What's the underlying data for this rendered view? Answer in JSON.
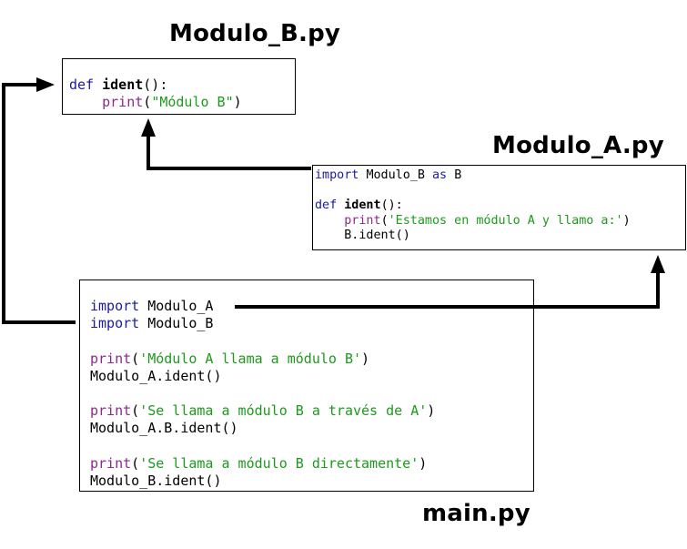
{
  "files": {
    "modulo_b": {
      "title": "Modulo_B.py",
      "lines": [
        [
          {
            "t": "def ",
            "c": "kw"
          },
          {
            "t": "ident",
            "c": "fn"
          },
          {
            "t": "():",
            "c": ""
          }
        ],
        [
          {
            "t": "    ",
            "c": ""
          },
          {
            "t": "print",
            "c": "bi"
          },
          {
            "t": "(",
            "c": ""
          },
          {
            "t": "\"Módulo B\"",
            "c": "str"
          },
          {
            "t": ")",
            "c": ""
          }
        ]
      ]
    },
    "modulo_a": {
      "title": "Modulo_A.py",
      "lines": [
        [
          {
            "t": "import ",
            "c": "kw"
          },
          {
            "t": "Modulo_B ",
            "c": ""
          },
          {
            "t": "as ",
            "c": "kw"
          },
          {
            "t": "B",
            "c": ""
          }
        ],
        [],
        [
          {
            "t": "def ",
            "c": "kw"
          },
          {
            "t": "ident",
            "c": "fn"
          },
          {
            "t": "():",
            "c": ""
          }
        ],
        [
          {
            "t": "    ",
            "c": ""
          },
          {
            "t": "print",
            "c": "bi"
          },
          {
            "t": "(",
            "c": ""
          },
          {
            "t": "'Estamos en módulo A y llamo a:'",
            "c": "str"
          },
          {
            "t": ")",
            "c": ""
          }
        ],
        [
          {
            "t": "    B.ident()",
            "c": ""
          }
        ]
      ]
    },
    "main": {
      "title": "main.py",
      "lines": [
        [
          {
            "t": "import ",
            "c": "kw"
          },
          {
            "t": "Modulo_A",
            "c": ""
          }
        ],
        [
          {
            "t": "import ",
            "c": "kw"
          },
          {
            "t": "Modulo_B",
            "c": ""
          }
        ],
        [],
        [
          {
            "t": "print",
            "c": "bi"
          },
          {
            "t": "(",
            "c": ""
          },
          {
            "t": "'Módulo A llama a módulo B'",
            "c": "str"
          },
          {
            "t": ")",
            "c": ""
          }
        ],
        [
          {
            "t": "Modulo_A.ident()",
            "c": ""
          }
        ],
        [],
        [
          {
            "t": "print",
            "c": "bi"
          },
          {
            "t": "(",
            "c": ""
          },
          {
            "t": "'Se llama a módulo B a través de A'",
            "c": "str"
          },
          {
            "t": ")",
            "c": ""
          }
        ],
        [
          {
            "t": "Modulo_A.B.ident()",
            "c": ""
          }
        ],
        [],
        [
          {
            "t": "print",
            "c": "bi"
          },
          {
            "t": "(",
            "c": ""
          },
          {
            "t": "'Se llama a módulo B directamente'",
            "c": "str"
          },
          {
            "t": ")",
            "c": ""
          }
        ],
        [
          {
            "t": "Modulo_B.ident()",
            "c": ""
          }
        ]
      ]
    }
  },
  "arrows": [
    {
      "from": "main.import_modulo_b",
      "to": "modulo_b"
    },
    {
      "from": "main.import_modulo_a",
      "to": "modulo_a"
    },
    {
      "from": "modulo_a.import_modulo_b",
      "to": "modulo_b"
    }
  ]
}
